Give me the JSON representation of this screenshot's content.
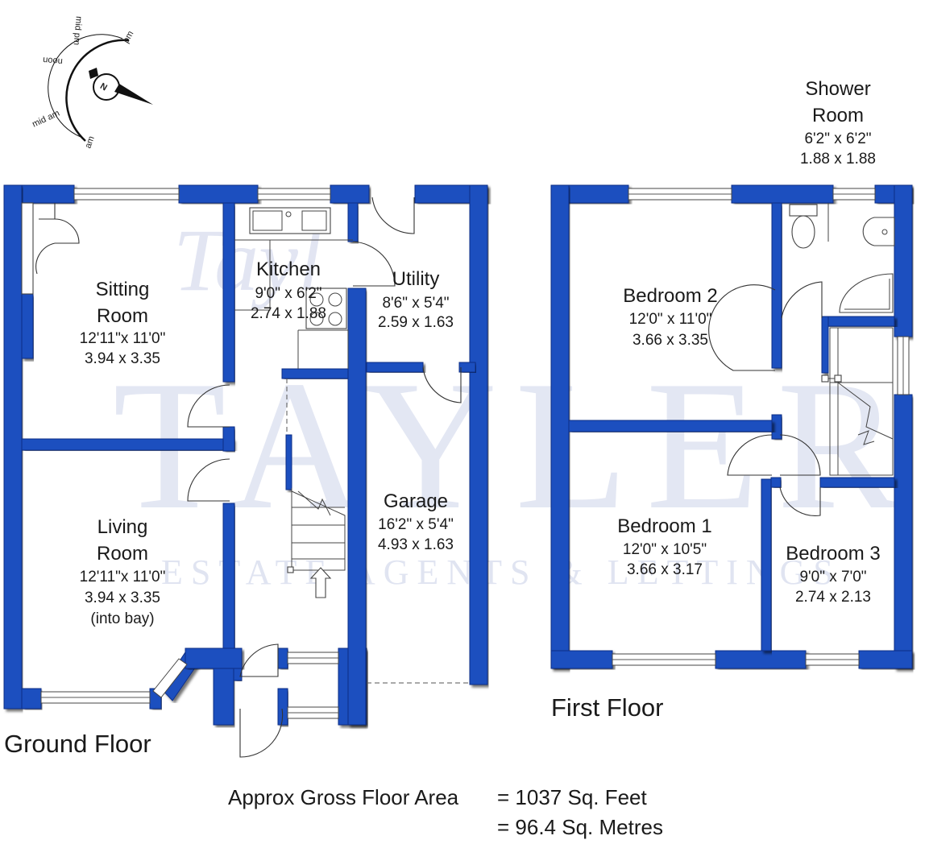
{
  "watermark": {
    "logo_text": "TAYLER",
    "logo_script": "Tayl",
    "tagline": "ESTATE AGENTS & LETTINGS"
  },
  "compass": {
    "north": "N",
    "labels": [
      "mid pm",
      "pm",
      "noon",
      "mid am",
      "am"
    ]
  },
  "ground_floor": {
    "label": "Ground Floor",
    "rooms": {
      "sitting": {
        "name_lines": [
          "Sitting",
          "Room"
        ],
        "imperial": "12'11\"x 11'0\"",
        "metric": "3.94  x  3.35"
      },
      "kitchen": {
        "name": "Kitchen",
        "imperial": "9'0\"  x  6'2\"",
        "metric": "2.74  x  1.88"
      },
      "utility": {
        "name": "Utility",
        "imperial": "8'6\"  x  5'4\"",
        "metric": "2.59  x  1.63"
      },
      "living": {
        "name_lines": [
          "Living",
          "Room"
        ],
        "imperial": "12'11\"x 11'0\"",
        "metric": "3.94  x  3.35",
        "note": "(into bay)"
      },
      "garage": {
        "name": "Garage",
        "imperial": "16'2\"  x  5'4\"",
        "metric": "4.93  x  1.63"
      }
    }
  },
  "first_floor": {
    "label": "First Floor",
    "rooms": {
      "shower": {
        "name_lines": [
          "Shower",
          "Room"
        ],
        "imperial": "6'2\"  x  6'2\"",
        "metric": "1.88  x  1.88"
      },
      "bed2": {
        "name": "Bedroom 2",
        "imperial": "12'0\"  x  11'0\"",
        "metric": "3.66  x  3.35"
      },
      "bed1": {
        "name": "Bedroom 1",
        "imperial": "12'0\"  x 10'5\"",
        "metric": "3.66  x  3.17"
      },
      "bed3": {
        "name": "Bedroom 3",
        "imperial": "9'0\"  x  7'0\"",
        "metric": "2.74  x  2.13"
      }
    }
  },
  "area": {
    "label": "Approx Gross Floor Area",
    "sqft_line": "=  1037  Sq. Feet",
    "sqm_line": "=  96.4  Sq. Metres"
  }
}
